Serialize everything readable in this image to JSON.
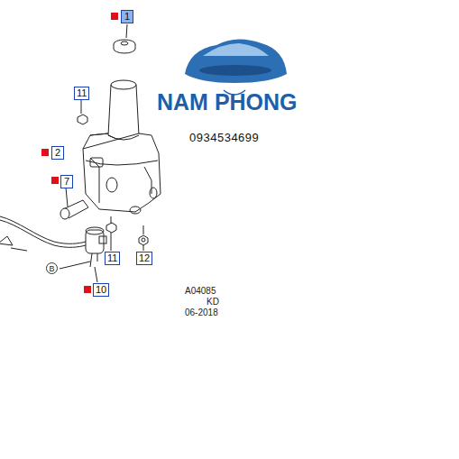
{
  "diagram": {
    "labels": [
      "1",
      "11",
      "2",
      "7",
      "11",
      "12",
      "10",
      "B",
      "NAM PHONG",
      "0934534699",
      "A04085",
      "KD",
      "06-2018"
    ]
  }
}
